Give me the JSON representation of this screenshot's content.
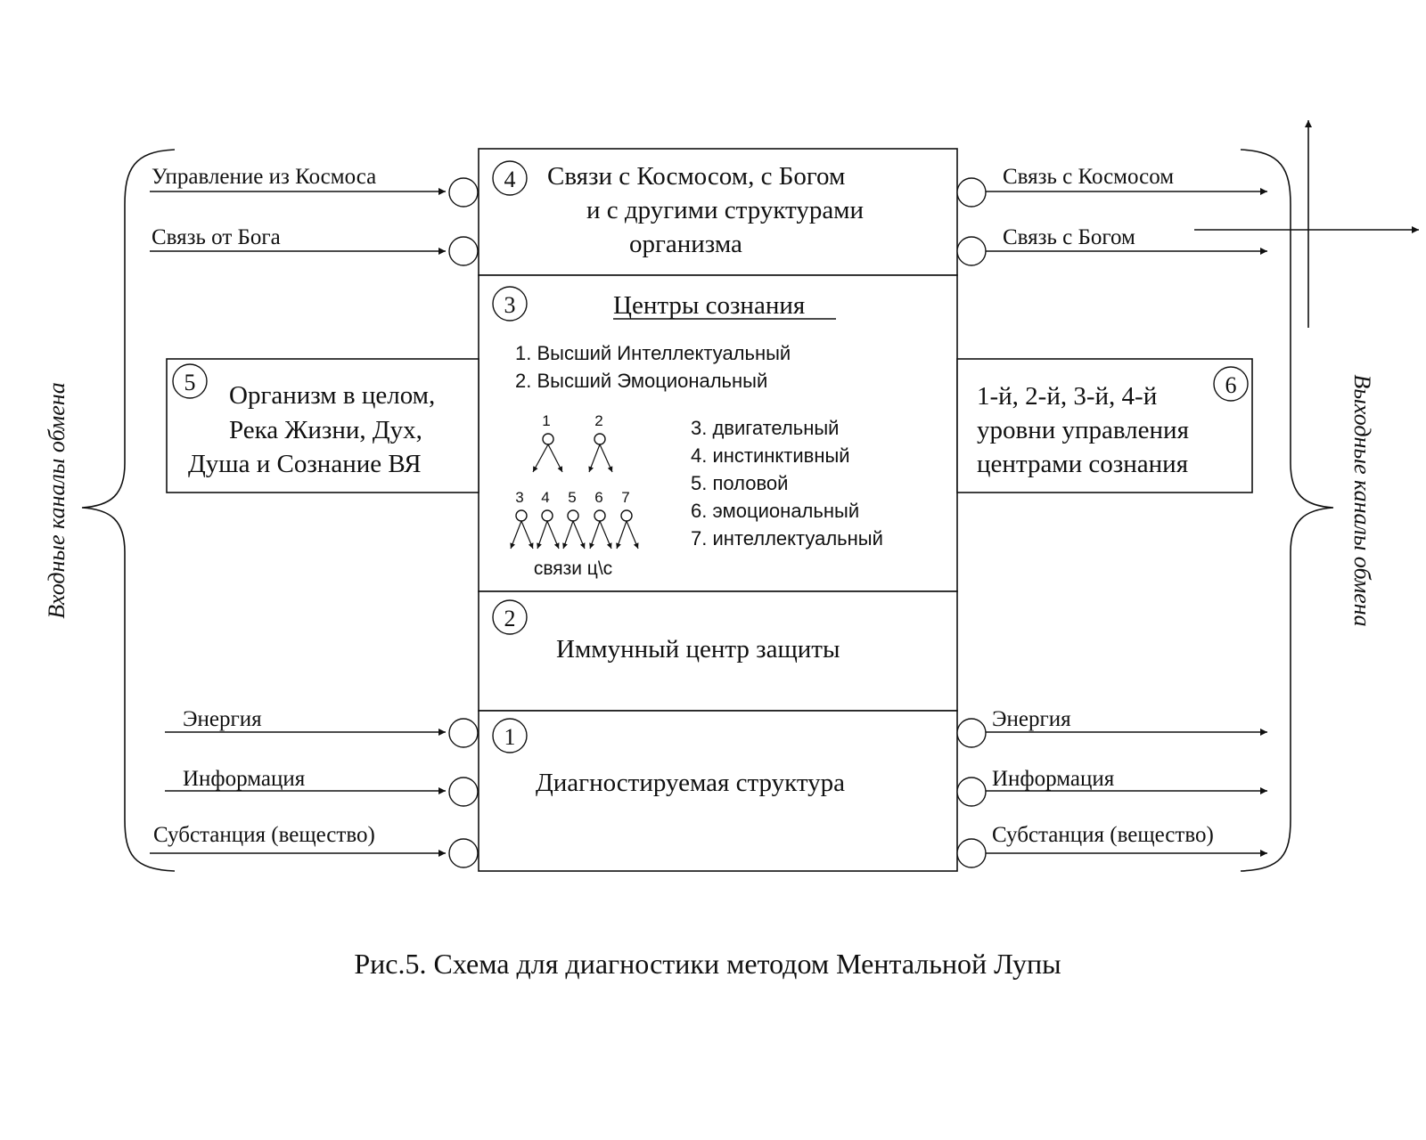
{
  "left_brace_label": "Входные каналы обмена",
  "right_brace_label": "Выходные каналы обмена",
  "inputs_top": [
    "Управление из Космоса",
    "Связь от Бога"
  ],
  "outputs_top": [
    "Связь с Космосом",
    "Связь с Богом"
  ],
  "inputs_bottom": [
    "Энергия",
    "Информация",
    "Субстанция (вещество)"
  ],
  "outputs_bottom": [
    "Энергия",
    "Информация",
    "Субстанция (вещество)"
  ],
  "block4": {
    "num": "4",
    "lines": [
      "Связи с Космосом, с Богом",
      "и с другими структурами",
      "организма"
    ]
  },
  "block3": {
    "num": "3",
    "title": "Центры сознания",
    "higher": [
      "1. Высший Интеллектуальный",
      "2. Высший Эмоциональный"
    ],
    "lower": [
      "3. двигательный",
      "4. инстинктивный",
      "5. половой",
      "6. эмоциональный",
      "7. интеллектуальный"
    ],
    "tree_top_labels": [
      "1",
      "2"
    ],
    "tree_bottom_labels": [
      "3",
      "4",
      "5",
      "6",
      "7"
    ],
    "links_caption": "связи ц\\с"
  },
  "block2": {
    "num": "2",
    "title": "Иммунный центр защиты"
  },
  "block1": {
    "num": "1",
    "title": "Диагностируемая структура"
  },
  "block5": {
    "num": "5",
    "lines": [
      "Организм в целом,",
      "Река Жизни, Дух,",
      "Душа и Сознание ВЯ"
    ]
  },
  "block6": {
    "num": "6",
    "lines": [
      "1-й, 2-й, 3-й, 4-й",
      "уровни управления",
      "центрами сознания"
    ]
  },
  "caption": "Рис.5. Схема для диагностики методом Ментальной Лупы"
}
